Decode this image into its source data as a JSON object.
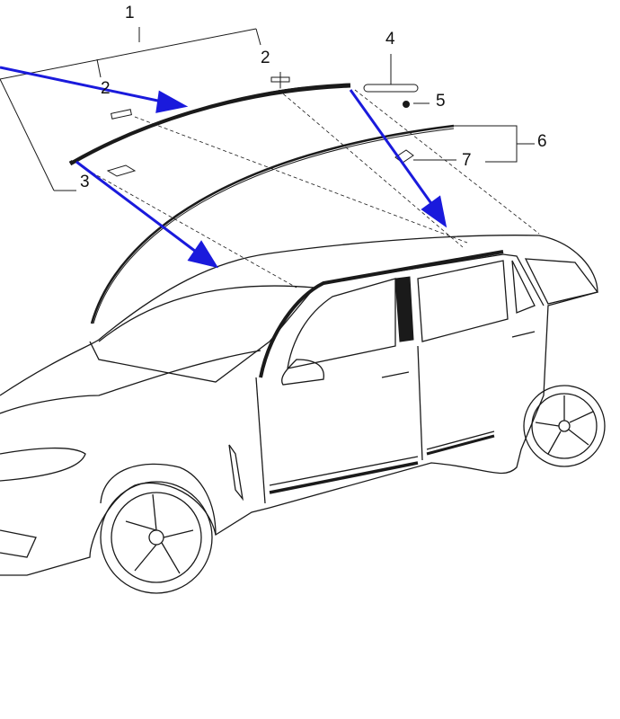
{
  "diagram": {
    "callouts": [
      {
        "id": "1",
        "label": "1"
      },
      {
        "id": "2a",
        "label": "2"
      },
      {
        "id": "2b",
        "label": "2"
      },
      {
        "id": "3",
        "label": "3"
      },
      {
        "id": "4",
        "label": "4"
      },
      {
        "id": "5",
        "label": "5"
      },
      {
        "id": "6",
        "label": "6"
      },
      {
        "id": "7",
        "label": "7"
      }
    ],
    "colors": {
      "arrow": "#1a1adc",
      "linework": "#1a1a1a",
      "background": "#ffffff"
    }
  }
}
